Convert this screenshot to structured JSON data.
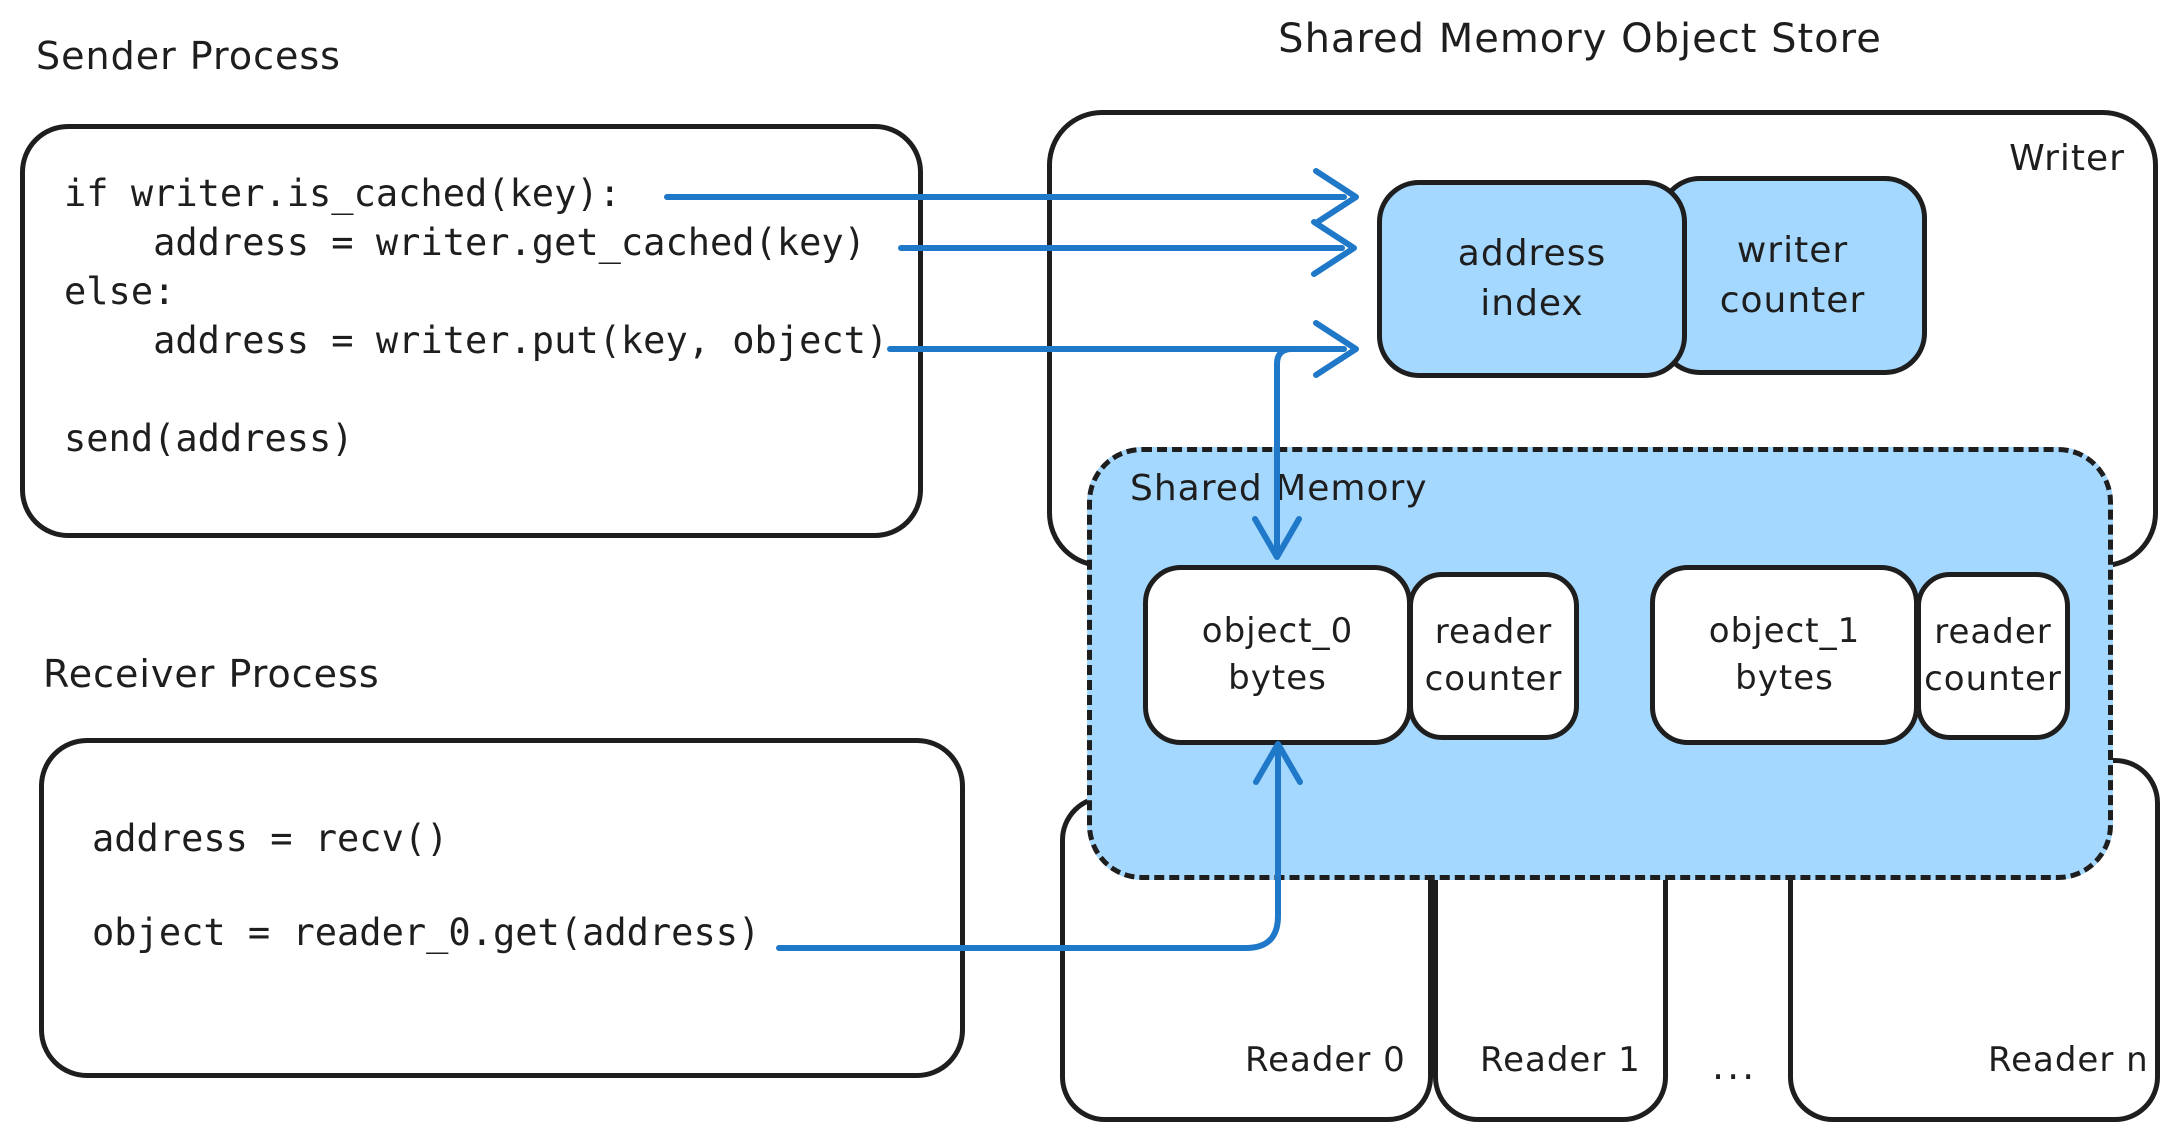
{
  "sender": {
    "title": "Sender Process",
    "code": "if writer.is_cached(key):\n    address = writer.get_cached(key)\nelse:\n    address = writer.put(key, object)\n\nsend(address)"
  },
  "receiver": {
    "title": "Receiver Process",
    "code": "address = recv()\n\nobject = reader_0.get(address)"
  },
  "store": {
    "title": "Shared Memory Object Store",
    "writer_label": "Writer",
    "address_index_label": "address\nindex",
    "writer_counter_label": "writer\ncounter"
  },
  "shared_memory": {
    "title": "Shared Memory",
    "slots": [
      {
        "object_label": "object_0\nbytes",
        "counter_label": "reader\ncounter"
      },
      {
        "object_label": "object_1\nbytes",
        "counter_label": "reader\ncounter"
      }
    ]
  },
  "readers": {
    "reader0": "Reader 0",
    "reader1": "Reader 1",
    "ellipsis": "...",
    "readerN": "Reader n"
  },
  "colors": {
    "stroke": "#1e1e1e",
    "arrow_blue": "#1f78c8",
    "fill_blue": "#a5d8ff",
    "box_fill": "#ffffff"
  }
}
